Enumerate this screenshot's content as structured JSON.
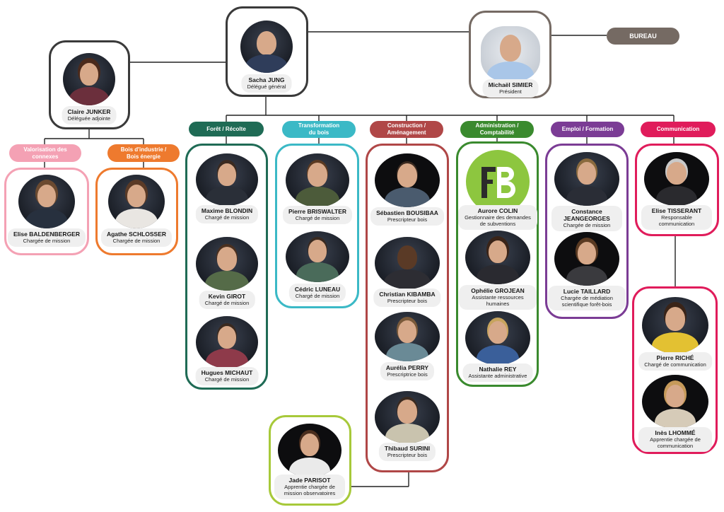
{
  "groups": {
    "foret": "Forêt / Récolte",
    "transfo": "Transformation du bois",
    "construction": "Construction / Aménagement",
    "admin": "Administration / Comptabilité",
    "emploi": "Emploi / Formation",
    "communication": "Communication",
    "connexes": "Valorisation des connexes",
    "industrie": "Bois d'industrie / Bois énergie",
    "bureau": "BUREAU"
  },
  "colors": {
    "foret": "#1f6b55",
    "transfo": "#3bb9c6",
    "construction": "#b04747",
    "admin": "#3a8a2e",
    "emploi": "#7b3c95",
    "communication": "#e01c5b",
    "connexes": "#f4a1b4",
    "industrie": "#ee7a2e",
    "bureau": "#756a63",
    "apprentie": "#a7c93a",
    "lead": "#3a3a3a"
  },
  "people": {
    "jung": {
      "name": "Sacha JUNG",
      "role": "Délégué général"
    },
    "simier": {
      "name": "Michaël SIMIER",
      "role": "Président"
    },
    "junker": {
      "name": "Claire JUNKER",
      "role": "Déléguée adjointe"
    },
    "baldenberger": {
      "name": "Elise BALDENBERGER",
      "role": "Chargée de mission"
    },
    "schlosser": {
      "name": "Agathe SCHLOSSER",
      "role": "Chargée de mission"
    },
    "blondin": {
      "name": "Maxime BLONDIN",
      "role": "Chargé de mission"
    },
    "girot": {
      "name": "Kevin GIROT",
      "role": "Chargé de mission"
    },
    "michaut": {
      "name": "Hugues MICHAUT",
      "role": "Chargé de mission"
    },
    "briswalter": {
      "name": "Pierre BRISWALTER",
      "role": "Chargé de mission"
    },
    "luneau": {
      "name": "Cédric LUNEAU",
      "role": "Chargé de mission"
    },
    "bousibaa": {
      "name": "Sébastien BOUSIBAA",
      "role": "Prescripteur bois"
    },
    "kibamba": {
      "name": "Christian KIBAMBA",
      "role": "Prescripteur bois"
    },
    "perry": {
      "name": "Aurélia PERRY",
      "role": "Prescriptrice bois"
    },
    "surini": {
      "name": "Thibaud SURINI",
      "role": "Prescripteur bois"
    },
    "parisot": {
      "name": "Jade PARISOT",
      "role": "Apprentie chargée de mission observatoires"
    },
    "colin": {
      "name": "Aurore COLIN",
      "role": "Gestionnaire des demandes de subventions"
    },
    "grojean": {
      "name": "Ophélie GROJEAN",
      "role": "Assistante ressources humaines"
    },
    "rey": {
      "name": "Nathalie REY",
      "role": "Assistante administrative"
    },
    "jeangeorges": {
      "name": "Constance JEANGEORGES",
      "role": "Chargée de mission"
    },
    "taillard": {
      "name": "Lucie TAILLARD",
      "role": "Chargée de médiation scientifique forêt-bois"
    },
    "tisserant": {
      "name": "Elise TISSERANT",
      "role": "Responsable communication"
    },
    "riche": {
      "name": "Pierre RICHÉ",
      "role": "Chargé de communication"
    },
    "lhomme": {
      "name": "Inès LHOMMÉ",
      "role": "Apprentie chargée de communication"
    }
  }
}
